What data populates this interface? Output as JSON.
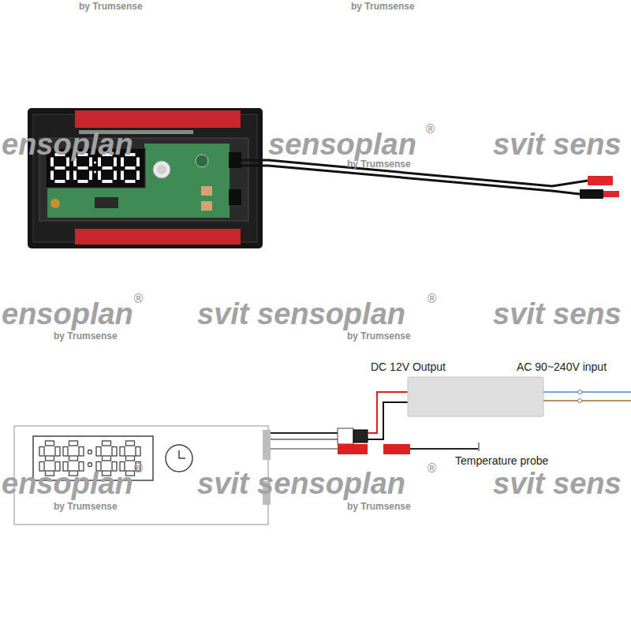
{
  "diagram": {
    "labels": [
      "by Trumsense",
      "by Trumsense",
      "ensoplan",
      "sensoplan",
      "®",
      "svit sens",
      "by Trumsense",
      "ensoplan",
      "®",
      "by Trumsense",
      "svit sensoplan",
      "®",
      "by Trumsense",
      "svit sens",
      "DC 12V Output",
      "AC 90~240V input",
      "Temperature probe",
      "ensoplan",
      "®",
      "svit sensoplan",
      "®",
      "svit sens",
      "by Trumsense",
      "by Trumsense"
    ]
  }
}
